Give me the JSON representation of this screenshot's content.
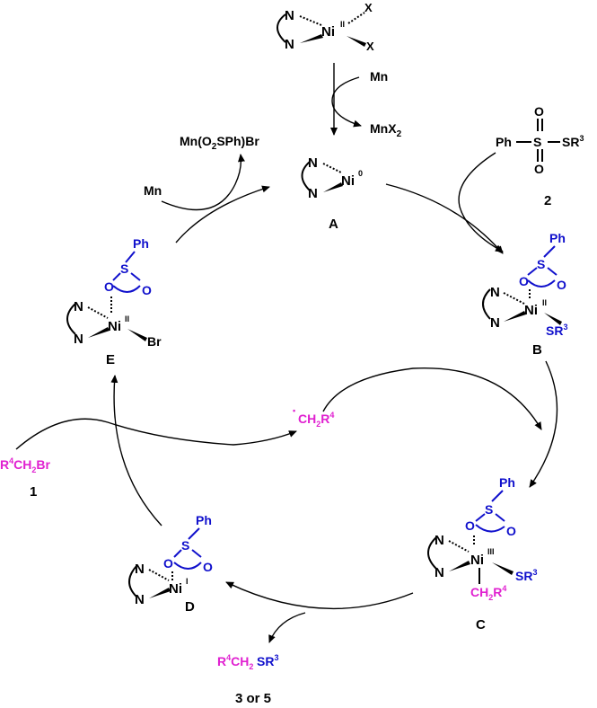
{
  "colors": {
    "black": "#000000",
    "blue": "#1010cc",
    "magenta": "#e020d0"
  },
  "labels": {
    "A": "A",
    "B": "B",
    "C": "C",
    "D": "D",
    "E": "E",
    "cmpd1": "1",
    "cmpd2": "2",
    "prod": "3 or 5"
  },
  "atoms": {
    "N": "N",
    "Ni": "Ni",
    "X": "X",
    "O": "O",
    "S": "S",
    "Ph": "Ph",
    "Br": "Br",
    "SR": "SR",
    "R": "R",
    "CH": "CH",
    "Ph_S": "Ph",
    "S_R": "S",
    "R3": "R"
  },
  "ox": {
    "II": "II",
    "zero": "0",
    "III": "III",
    "I": "I"
  },
  "sub": {
    "two": "2",
    "three": "3",
    "four": "4"
  },
  "reagents": {
    "Mn_top": "Mn",
    "MnX": "MnX",
    "Mn_left": "Mn",
    "MnO2SPhBr_a": "Mn(O",
    "MnO2SPhBr_b": "SPh)Br",
    "R4CH2Br_br": "Br",
    "radical_dot": "•",
    "prod_SR": "SR"
  }
}
